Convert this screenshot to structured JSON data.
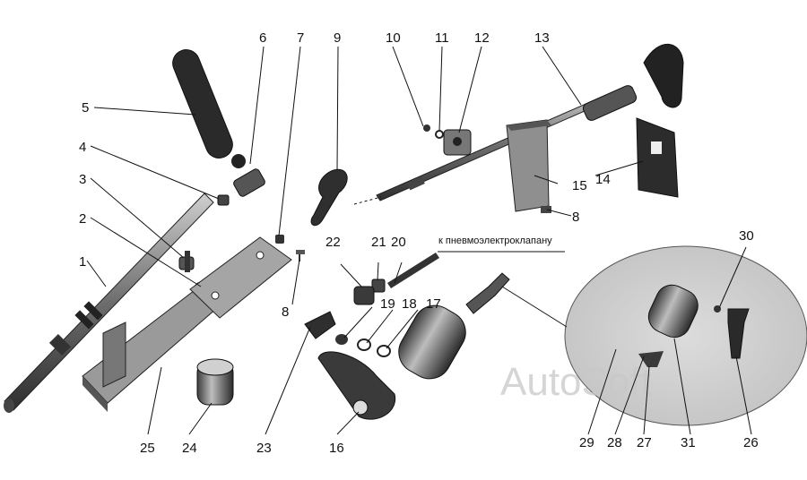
{
  "diagram": {
    "callouts": [
      {
        "id": "c1",
        "label": "1"
      },
      {
        "id": "c2",
        "label": "2"
      },
      {
        "id": "c3",
        "label": "3"
      },
      {
        "id": "c4",
        "label": "4"
      },
      {
        "id": "c5",
        "label": "5"
      },
      {
        "id": "c6",
        "label": "6"
      },
      {
        "id": "c7",
        "label": "7"
      },
      {
        "id": "c8a",
        "label": "8"
      },
      {
        "id": "c8b",
        "label": "8"
      },
      {
        "id": "c9",
        "label": "9"
      },
      {
        "id": "c10",
        "label": "10"
      },
      {
        "id": "c11",
        "label": "11"
      },
      {
        "id": "c12",
        "label": "12"
      },
      {
        "id": "c13",
        "label": "13"
      },
      {
        "id": "c14",
        "label": "14"
      },
      {
        "id": "c15",
        "label": "15"
      },
      {
        "id": "c16",
        "label": "16"
      },
      {
        "id": "c17",
        "label": "17"
      },
      {
        "id": "c18",
        "label": "18"
      },
      {
        "id": "c19",
        "label": "19"
      },
      {
        "id": "c20",
        "label": "20"
      },
      {
        "id": "c21",
        "label": "21"
      },
      {
        "id": "c22",
        "label": "22"
      },
      {
        "id": "c23",
        "label": "23"
      },
      {
        "id": "c24",
        "label": "24"
      },
      {
        "id": "c25",
        "label": "25"
      },
      {
        "id": "c26",
        "label": "26"
      },
      {
        "id": "c27",
        "label": "27"
      },
      {
        "id": "c28",
        "label": "28"
      },
      {
        "id": "c29",
        "label": "29"
      },
      {
        "id": "c30",
        "label": "30"
      },
      {
        "id": "c31",
        "label": "31"
      }
    ],
    "annotation": "к пневмоэлектроклапану",
    "watermark": "AutoSoft",
    "colors": {
      "ink": "#111111",
      "metal": "#8a8a8a",
      "dark": "#3a3a3a",
      "inset": "#d2d2d2"
    }
  }
}
